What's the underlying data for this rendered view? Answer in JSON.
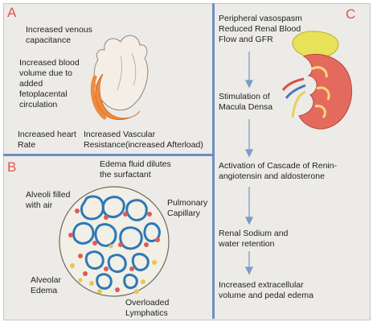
{
  "panels": {
    "a": {
      "letter": "A",
      "venous": "Increased venous\ncapacitance",
      "blood_volume": "Increased blood\nvolume due to\nadded\nfetoplacental\ncirculation",
      "heart_rate": "Increased heart\nRate",
      "resistance": "Increased Vascular\nResistance(increased Afterload)"
    },
    "b": {
      "letter": "B",
      "edema_fluid": "Edema fluid dilutes\nthe surfactant",
      "alveoli": "Alveoli filled\nwith air",
      "capillary": "Pulmonary\nCapillary",
      "alveolar_edema": "Alveolar\nEdema",
      "lymphatics": "Overloaded\nLymphatics"
    },
    "c": {
      "letter": "C",
      "step1": "Peripheral vasospasm\nReduced Renal Blood\nFlow and GFR",
      "step2": "Stimulation of\nMacula Densa",
      "step3": "Activation of Cascade of Renin-\nangiotensin and aldosterone",
      "step4": "Renal Sodium and\nwater retention",
      "step5": "Increased extracellular\nvolume and pedal edema"
    }
  },
  "colors": {
    "panel_letter": "#e0554e",
    "divider": "#6b8fbf",
    "arrow": "#7a9cc8",
    "alveolus_ring": "#2f78b5",
    "red_cell": "#e05a58",
    "yellow_cell": "#e8c64a"
  }
}
